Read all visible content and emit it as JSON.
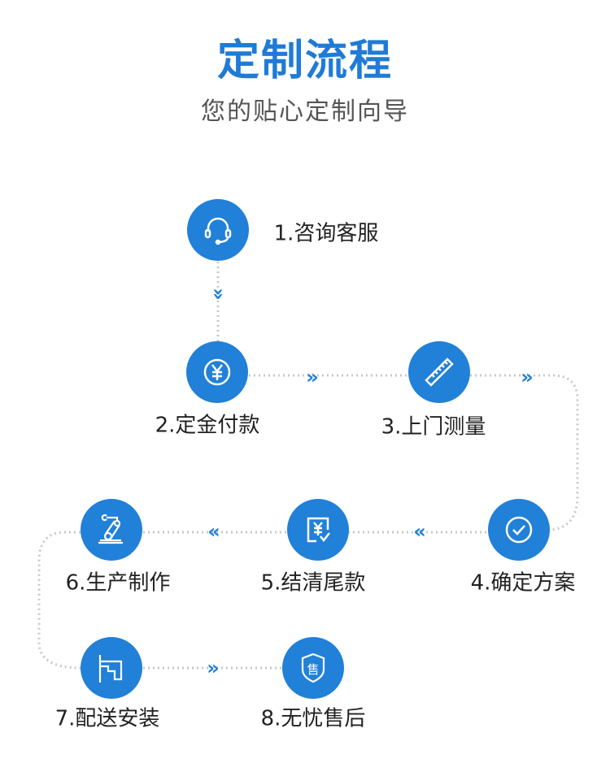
{
  "header": {
    "title": "定制流程",
    "subtitle": "您的贴心定制向导"
  },
  "colors": {
    "accent": "#2180d8",
    "line": "#c8c8c8"
  },
  "steps": [
    {
      "label": "1.咨询客服",
      "icon": "headset-icon"
    },
    {
      "label": "2.定金付款",
      "icon": "yuan-coin-icon"
    },
    {
      "label": "3.上门测量",
      "icon": "ruler-icon"
    },
    {
      "label": "4.确定方案",
      "icon": "check-circle-icon"
    },
    {
      "label": "5.结清尾款",
      "icon": "yuan-receipt-icon"
    },
    {
      "label": "6.生产制作",
      "icon": "robot-arm-icon"
    },
    {
      "label": "7.配送安装",
      "icon": "install-icon"
    },
    {
      "label": "8.无忧售后",
      "icon": "shield-icon"
    }
  ],
  "arrows": {
    "down": "»",
    "right": "»",
    "left": "«"
  },
  "shield_char": "售"
}
